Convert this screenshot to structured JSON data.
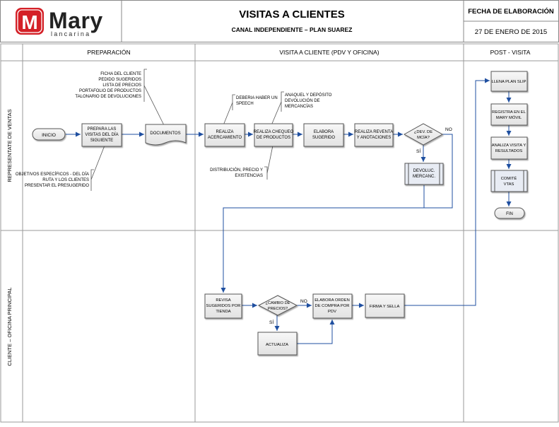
{
  "header": {
    "brand": "Mary",
    "brand_sub": "lancarina",
    "brand_mark": "M",
    "title": "VISITAS A CLIENTES",
    "subtitle": "CANAL INDEPENDIENTE – PLAN SUAREZ",
    "date_label": "FECHA DE ELABORACIÓN",
    "date_value": "27 DE ENERO DE 2015"
  },
  "columns": {
    "prep": "PREPARACIÓN",
    "visit": "VISITA A CLIENTE (PDV Y OFICINA)",
    "post": "POST - VISITA"
  },
  "lanes": {
    "rep": "REPRESENTATE DE VENTAS",
    "client": "CLIENTE – OFICINA PRINCIPAL"
  },
  "nodes": {
    "inicio": "INICIO",
    "prepara": [
      "PREPARA LAS",
      "VISITAS DEL DÍA",
      "SIGUIENTE"
    ],
    "documentos": "DOCUMENTOS",
    "acercamiento": [
      "REALIZA",
      "ACERCAMIENTO"
    ],
    "chequeo": [
      "REALIZA CHEQUEO",
      "DE PRODUCTOS"
    ],
    "elabora_sugerido": [
      "ELABORA",
      "SUGERIDO"
    ],
    "reventa": [
      "REALIZA REVENTA",
      "Y ANOTACIONES"
    ],
    "dev_mcia": [
      "¿DEV. DE",
      "MCÍA?"
    ],
    "devoluc": [
      "DEVOLUC.",
      "MERCANC."
    ],
    "llena_plan": "LLENA PLAN SLIP",
    "registra": [
      "REGISTRA EN EL",
      "MARY MÓVIL"
    ],
    "analiza": [
      "ANALIZA VISITA Y",
      "RESULTADOS"
    ],
    "comite": [
      "COMITÉ",
      "VTAS"
    ],
    "fin": "FIN",
    "revisa": [
      "REVISA",
      "SUGERIDOS POR",
      "TIENDA"
    ],
    "cambio": [
      "¿CAMBIO DE",
      "PRECIOS?"
    ],
    "orden": [
      "ELABORA ORDEN",
      "DE COMPRA POR",
      "PDV"
    ],
    "firma": "FIRMA Y SELLA",
    "actualiza": "ACTUALIZA"
  },
  "edges": {
    "no1": "NO",
    "si1": "SÍ",
    "no2": "NO",
    "si2": "SÍ"
  },
  "notes": {
    "docs_list": [
      "FICHA DEL CLIENTE",
      "PEDIDO SUGERIDOS",
      "LISTA DE PRECIOS",
      "PORTAFOLIO DE PRODUCTOS",
      "TALONARIO DE DEVOLUCIONES"
    ],
    "objetivos": [
      "OBJETIVOS ESPECÍFICOS - DEL DÍA",
      "RUTA Y LOS CLIENTES",
      "PRESENTAR EL PRESUGERIDO"
    ],
    "speech": [
      "DEBERIA HABER UN",
      "SPEECH"
    ],
    "anaquel": [
      "ANAQUEL Y DEPÓSITO",
      "DEVOLUCIÓN DE",
      "MERCANCÍAS"
    ],
    "distribucion": [
      "DISTRIBUCIÓN, PRECIO Y",
      "EXISTENCIAS"
    ]
  },
  "colors": {
    "brand_red": "#d42027",
    "box_fill": "#eeeeee",
    "lane_line": "#9a9a9a",
    "arrow": "#1f4fa0",
    "subprocess_fill": "#e8ecf4"
  }
}
